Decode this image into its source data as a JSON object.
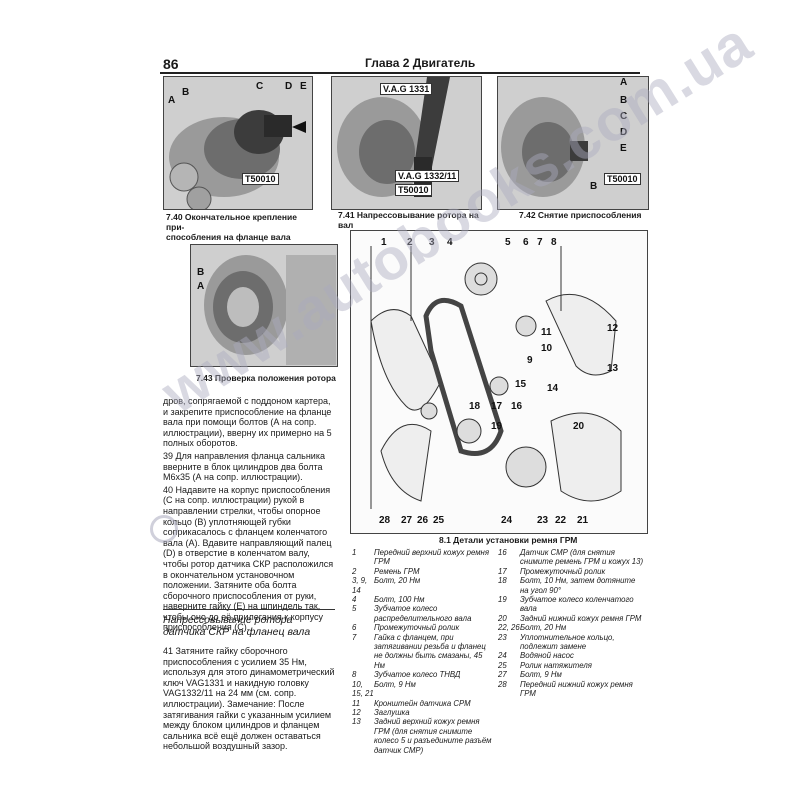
{
  "header": {
    "page_number": "86",
    "chapter_title": "Глава 2 Двигатель"
  },
  "figures": {
    "f740": {
      "caption": "7.40 Окончательное крепление при-\nспособления на фланце вала",
      "labels": {
        "b": "B",
        "a": "A",
        "c": "C",
        "d": "D",
        "e": "E",
        "tool": "T50010"
      }
    },
    "f741": {
      "caption": "7.41 Напрессовывание ротора на вал",
      "labels": {
        "vag1331": "V.A.G 1331",
        "vag1332": "V.A.G 1332/11",
        "tool": "T50010"
      }
    },
    "f742": {
      "caption": "7.42 Снятие приспособления",
      "labels": {
        "a": "A",
        "b": "B",
        "c": "C",
        "d": "D",
        "e": "E",
        "b2": "B",
        "tool": "T50010"
      }
    },
    "f743": {
      "caption": "7.43 Проверка положения ротора",
      "labels": {
        "b": "B",
        "a": "A"
      }
    },
    "f81": {
      "caption": "8.1 Детали установки ремня ГРМ",
      "numbers_top": [
        "1",
        "2",
        "3",
        "4",
        "5",
        "6",
        "7",
        "8"
      ],
      "numbers_side": [
        "11",
        "10",
        "12",
        "9",
        "13",
        "15",
        "14",
        "18",
        "17",
        "16",
        "19",
        "20"
      ],
      "numbers_bottom": [
        "28",
        "27",
        "26",
        "25",
        "24",
        "23",
        "22",
        "21"
      ]
    }
  },
  "body_text": {
    "p1": "дров, сопрягаемой с поддоном картера, и закрепите приспособление на фланце вала при помощи болтов (А на сопр. иллюстрации), вверну их примерно на 5 полных оборотов.",
    "p2": "39 Для направления фланца сальника вверните в блок цилиндров два болта М6х35 (А на сопр. иллюстрации).",
    "p3": "40 Надавите на корпус приспособления (С на сопр. иллюстрации) рукой в направлении стрелки, чтобы опорное кольцо (В) уплотняющей губки соприкасалось с фланцем коленчатого вала (А). Вдавите направляющий палец (D) в отверстие в коленчатом валу, чтобы ротор датчика СКР расположился в окончательном установочном положении. Затяните оба болта сборочного приспособления от руки, наверните гайку (Е) на шпиндель так, чтобы оно до её прилегания к корпусу приспособления (С).",
    "subheading": "Напрессовывание ротора датчика СКР на фланец вала",
    "p4": "41 Затяните гайку сборочного приспособления с усилием 35 Нм, используя для этого динамометрический ключ VAG1331 и накидную головку VAG1332/11 на 24 мм (см. сопр. иллюстрации). Замечание: После затягивания гайки с указанным усилием между блоком цилиндров и фланцем сальника всё ещё должен оставаться небольшой воздушный зазор."
  },
  "legend_left": [
    {
      "k": "1",
      "v": "Передний верхний кожух ремня ГРМ"
    },
    {
      "k": "2",
      "v": "Ремень ГРМ"
    },
    {
      "k": "3, 9, 14",
      "v": "Болт, 20 Нм"
    },
    {
      "k": "4",
      "v": "Болт, 100 Нм"
    },
    {
      "k": "5",
      "v": "Зубчатое колесо распределительного вала"
    },
    {
      "k": "6",
      "v": "Промежуточный ролик"
    },
    {
      "k": "7",
      "v": "Гайка с фланцем, при затягивании резьба и фланец не должны быть смазаны, 45 Нм"
    },
    {
      "k": "8",
      "v": "Зубчатое колесо ТНВД"
    },
    {
      "k": "10, 15, 21",
      "v": "Болт, 9 Нм"
    },
    {
      "k": "11",
      "v": "Кронштейн датчика СРМ"
    },
    {
      "k": "12",
      "v": "Заглушка"
    },
    {
      "k": "13",
      "v": "Задний верхний кожух ремня ГРМ (для снятия снимите колесо 5 и разъедините разъём датчик СМР)"
    }
  ],
  "legend_right": [
    {
      "k": "16",
      "v": "Датчик СМР (для снятия снимите ремень ГРМ и кожух 13)"
    },
    {
      "k": "17",
      "v": "Промежуточный ролик"
    },
    {
      "k": "18",
      "v": "Болт, 10 Нм, затем дотяните на угол 90°"
    },
    {
      "k": "19",
      "v": "Зубчатое колесо коленчатого вала"
    },
    {
      "k": "20",
      "v": "Задний нижний кожух ремня ГРМ"
    },
    {
      "k": "22, 26",
      "v": "Болт, 20 Нм"
    },
    {
      "k": "23",
      "v": "Уплотнительное кольцо, подлежит замене"
    },
    {
      "k": "24",
      "v": "Водяной насос"
    },
    {
      "k": "25",
      "v": "Ролик натяжителя"
    },
    {
      "k": "27",
      "v": "Болт, 9 Нм"
    },
    {
      "k": "28",
      "v": "Передний нижний кожух ремня ГРМ"
    }
  ],
  "watermark": "www.autobooks.com.ua"
}
